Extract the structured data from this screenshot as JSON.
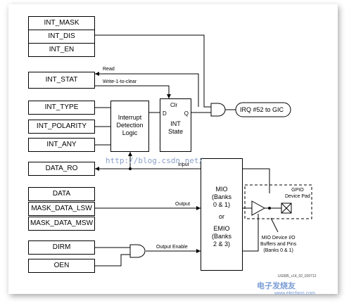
{
  "registers": {
    "int_mask": "INT_MASK",
    "int_dis": "INT_DIS",
    "int_en": "INT_EN",
    "int_stat": "INT_STAT",
    "int_type": "INT_TYPE",
    "int_polarity": "INT_POLARITY",
    "int_any": "INT_ANY",
    "data_ro": "DATA_RO",
    "data": "DATA",
    "mask_data_lsw": "MASK_DATA_LSW",
    "mask_data_msw": "MASK_DATA_MSW",
    "dirm": "DIRM",
    "oen": "OEN"
  },
  "logic": {
    "detect_line1": "Interrupt",
    "detect_line2": "Detection",
    "detect_line3": "Logic",
    "state_clr": "Clr",
    "state_d": "D",
    "state_q": "Q",
    "state_line1": "INT",
    "state_line2": "State",
    "irq": "IRQ #52 to GIC"
  },
  "mio": {
    "l1": "MIO",
    "l2": "(Banks",
    "l3": "0 & 1)",
    "or": "or",
    "l4": "EMIO",
    "l5": "(Banks",
    "l6": "2 & 3)"
  },
  "gpio_pad": {
    "l1": "GPIO",
    "l2": "Device Pad"
  },
  "signals": {
    "read": "Read",
    "write_clear": "Write-1-to-clear",
    "input": "Input",
    "output": "Output",
    "output_enable": "Output Enable"
  },
  "mio_device": {
    "l1": "MIO Device I/O",
    "l2": "Buffers and Pins",
    "l3": "(Banks 0 & 1)"
  },
  "figure_id": "UG585_c14_02_020712",
  "watermark": "http://blog.csdn.net/",
  "logo": "电子发烧友",
  "logo_url": "www.elecfans.com"
}
